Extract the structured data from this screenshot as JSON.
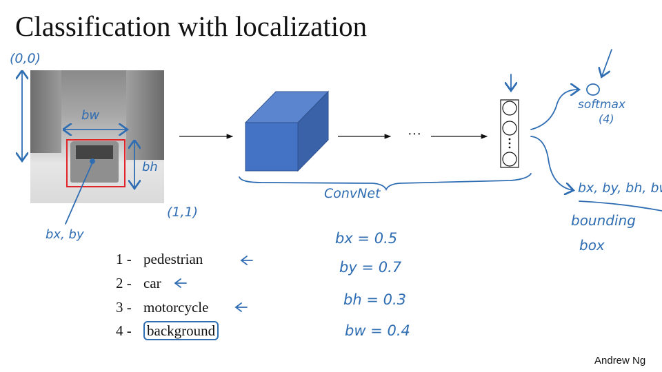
{
  "title": "Classification with localization",
  "image_annotations": {
    "origin": "(0,0)",
    "corner": "(1,1)",
    "width_label": "bw",
    "height_label": "bh",
    "center_label": "bx, by"
  },
  "network": {
    "ellipsis": "···",
    "convnet_label": "ConvNet",
    "softmax_label": "softmax",
    "softmax_count": "(4)",
    "bbox_outputs": "bx, by, bh, bw",
    "bbox_caption_1": "bounding",
    "bbox_caption_2": "box"
  },
  "classes": [
    {
      "num": "1 -",
      "label": "pedestrian"
    },
    {
      "num": "2 -",
      "label": "car"
    },
    {
      "num": "3 -",
      "label": "motorcycle"
    },
    {
      "num": "4 -",
      "label": "background"
    }
  ],
  "example_values": [
    "bx = 0.5",
    "by = 0.7",
    "bh = 0.3",
    "bw = 0.4"
  ],
  "footer": "Andrew Ng",
  "colors": {
    "ink": "#2f6db3",
    "cube": "#4472c4",
    "box": "#e0242a"
  }
}
